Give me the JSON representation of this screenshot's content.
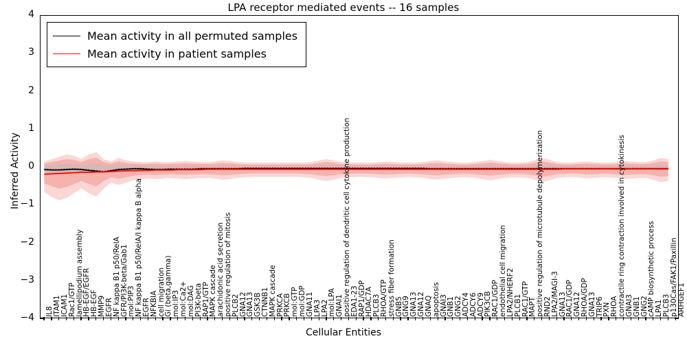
{
  "chart_data": {
    "type": "line",
    "title": "LPA receptor mediated events -- 16 samples",
    "xlabel": "Cellular Entities",
    "ylabel": "Inferred Activity",
    "ylim": [
      -4,
      4
    ],
    "yticks": [
      "4",
      "3",
      "2",
      "1",
      "0",
      "-1",
      "-2",
      "-3",
      "-4"
    ],
    "grid": false,
    "legend_position": "upper left",
    "legend": [
      {
        "label": "Mean activity in all permuted samples",
        "color": "#000000",
        "style": "solid"
      },
      {
        "label": "Mean activity in patient samples",
        "color": "#ff0000",
        "style": "solid"
      }
    ],
    "band_color": "#f4a6a0",
    "categories": [
      "IL8",
      "ITAM1",
      "ICAM1",
      "Rac1/GTP",
      "lamellipodium assembly",
      "HB-EGF/EGFR",
      "HB-EGF",
      "MMP9",
      "EGFR",
      "NF kappa B1 p50/RelA",
      "GFR/PI3K-beta/Gab1",
      "mol:PIP3",
      "NF kappa B1 p50/RelA/I kappa B alpha",
      "EGFR",
      "NFKBIA",
      "cell migration",
      "Gi (beta,gamma)",
      "mol:IP3",
      "mol:Ca2+",
      "mol:DAG",
      "PI3K-beta",
      "RAP1/GTP",
      "MAPK cascade",
      "arachidonic acid secretion",
      "positive regulation of mitosis",
      "PLCB2",
      "GNA12",
      "GNA13",
      "GSK3B",
      "CTNNB1",
      "MAPK cascade",
      "PRKCA",
      "PRKCB",
      "mol:GTP",
      "mol:GDP",
      "GNA11",
      "LPA3",
      "LPA2",
      "mol:LPA",
      "GNAI1",
      "positive regulation of dendritic cell cytokine production",
      "EDA1-23",
      "RAP1/GDP",
      "HDAC7A",
      "PLCB3",
      "RHOA/GTP",
      "stress fiber formation",
      "GNB5",
      "GNG9",
      "GNA13",
      "GNA12",
      "GNAQ",
      "apoptosis",
      "GNAI3",
      "GNB1",
      "GNG2",
      "ADCY4",
      "ADCY6",
      "ADCY9",
      "PIK3CB",
      "RAC1/GDP",
      "endothelial cell migration",
      "LPA2/NHERF2",
      "PLCB1",
      "RAC1/GTP",
      "MAPT",
      "positive regulation of microtubule depolymerization",
      "RND2",
      "LPA2/MAGI-3",
      "GNA13",
      "RAC1/GDP",
      "GNA12",
      "RHOA/GDP",
      "GNA13",
      "TRIP6",
      "PXN",
      "RHOA",
      "contractile ring contraction involved in cytokinesis",
      "GNAI3",
      "GNB1",
      "GNG2",
      "cAMP biosynthetic process",
      "LPA1",
      "PLCB3",
      "p130Cas/FAK1/Paxillin",
      "ARHGEF1"
    ],
    "series": [
      {
        "name": "Mean activity in all permuted samples",
        "color": "#000000",
        "style": "dotted-with-solid"
      },
      {
        "name": "Mean activity in patient samples",
        "color": "#ff0000",
        "style": "solid"
      }
    ],
    "tall_labels": [
      {
        "text": "lamellipodium assembly",
        "x_index": 4
      },
      {
        "text": "NF kappa B1 p50/RelA/I kappa B alpha",
        "x_index": 12
      },
      {
        "text": "positive regulation of dendritic cell cytokine production",
        "x_index": 40
      },
      {
        "text": "positive regulation of microtubule depolymerization",
        "x_index": 65
      },
      {
        "text": "contractile ring contraction involved in cytokinesis",
        "x_index": 76
      }
    ],
    "black_mean": [
      -0.06,
      -0.07,
      -0.07,
      -0.06,
      -0.05,
      -0.06,
      -0.08,
      -0.1,
      -0.12,
      -0.09,
      -0.06,
      -0.05,
      -0.04,
      -0.04,
      -0.05,
      -0.06,
      -0.06,
      -0.05,
      -0.05,
      -0.05,
      -0.05,
      -0.04,
      -0.04,
      -0.04,
      -0.04,
      -0.04,
      -0.04,
      -0.03,
      -0.03,
      -0.03,
      -0.03,
      -0.03,
      -0.03,
      -0.03,
      -0.03,
      -0.03,
      -0.03,
      -0.03,
      -0.03,
      -0.03,
      -0.03,
      -0.03,
      -0.03,
      -0.03,
      -0.03,
      -0.03,
      -0.03,
      -0.03,
      -0.03,
      -0.03,
      -0.03,
      -0.03,
      -0.04,
      -0.04,
      -0.04,
      -0.04,
      -0.04,
      -0.04,
      -0.04,
      -0.04,
      -0.04,
      -0.04,
      -0.04,
      -0.04,
      -0.04,
      -0.04,
      -0.04,
      -0.04,
      -0.04,
      -0.04,
      -0.04,
      -0.04,
      -0.04,
      -0.04,
      -0.04,
      -0.04,
      -0.04,
      -0.04,
      -0.04,
      -0.04,
      -0.04,
      -0.04,
      -0.04,
      -0.04,
      -0.04
    ],
    "red_mean": [
      -0.18,
      -0.17,
      -0.16,
      -0.15,
      -0.14,
      -0.13,
      -0.13,
      -0.12,
      -0.12,
      -0.11,
      -0.1,
      -0.09,
      -0.09,
      -0.08,
      -0.08,
      -0.07,
      -0.07,
      -0.07,
      -0.06,
      -0.06,
      -0.06,
      -0.06,
      -0.05,
      -0.05,
      -0.05,
      -0.05,
      -0.05,
      -0.05,
      -0.05,
      -0.05,
      -0.05,
      -0.05,
      -0.05,
      -0.05,
      -0.05,
      -0.05,
      -0.05,
      -0.05,
      -0.05,
      -0.05,
      -0.05,
      -0.05,
      -0.05,
      -0.05,
      -0.05,
      -0.05,
      -0.05,
      -0.05,
      -0.05,
      -0.05,
      -0.05,
      -0.05,
      -0.05,
      -0.05,
      -0.05,
      -0.05,
      -0.05,
      -0.05,
      -0.05,
      -0.05,
      -0.05,
      -0.05,
      -0.05,
      -0.05,
      -0.05,
      -0.05,
      -0.05,
      -0.05,
      -0.05,
      -0.05,
      -0.04,
      -0.04,
      -0.04,
      -0.04,
      -0.04,
      -0.04,
      -0.04,
      -0.04,
      -0.04,
      -0.04,
      -0.04,
      -0.04,
      -0.04,
      -0.04,
      -0.04
    ],
    "band_upper": [
      0.1,
      0.14,
      0.18,
      0.22,
      0.2,
      0.14,
      0.22,
      0.26,
      0.14,
      0.1,
      0.16,
      0.12,
      0.1,
      0.09,
      0.09,
      0.1,
      0.09,
      0.09,
      0.1,
      0.11,
      0.1,
      0.09,
      0.09,
      0.1,
      0.12,
      0.11,
      0.09,
      0.08,
      0.08,
      0.08,
      0.08,
      0.08,
      0.08,
      0.08,
      0.08,
      0.08,
      0.09,
      0.12,
      0.14,
      0.12,
      0.09,
      0.08,
      0.08,
      0.08,
      0.08,
      0.09,
      0.1,
      0.09,
      0.08,
      0.08,
      0.08,
      0.09,
      0.11,
      0.12,
      0.1,
      0.09,
      0.08,
      0.08,
      0.09,
      0.11,
      0.13,
      0.11,
      0.09,
      0.08,
      0.08,
      0.09,
      0.12,
      0.16,
      0.13,
      0.09,
      0.08,
      0.08,
      0.09,
      0.1,
      0.09,
      0.08,
      0.08,
      0.09,
      0.11,
      0.1,
      0.09,
      0.09,
      0.12,
      0.16,
      0.14
    ],
    "band_lower": [
      -0.42,
      -0.5,
      -0.56,
      -0.52,
      -0.44,
      -0.36,
      -0.44,
      -0.5,
      -0.36,
      -0.26,
      -0.3,
      -0.26,
      -0.22,
      -0.2,
      -0.19,
      -0.2,
      -0.19,
      -0.18,
      -0.19,
      -0.2,
      -0.19,
      -0.18,
      -0.18,
      -0.19,
      -0.21,
      -0.2,
      -0.18,
      -0.17,
      -0.16,
      -0.16,
      -0.16,
      -0.16,
      -0.16,
      -0.16,
      -0.16,
      -0.17,
      -0.18,
      -0.21,
      -0.23,
      -0.21,
      -0.18,
      -0.17,
      -0.16,
      -0.16,
      -0.17,
      -0.18,
      -0.19,
      -0.18,
      -0.17,
      -0.16,
      -0.17,
      -0.18,
      -0.2,
      -0.21,
      -0.19,
      -0.18,
      -0.17,
      -0.17,
      -0.18,
      -0.2,
      -0.22,
      -0.2,
      -0.18,
      -0.17,
      -0.17,
      -0.18,
      -0.21,
      -0.25,
      -0.22,
      -0.18,
      -0.17,
      -0.16,
      -0.17,
      -0.19,
      -0.18,
      -0.17,
      -0.17,
      -0.18,
      -0.2,
      -0.19,
      -0.18,
      -0.18,
      -0.21,
      -0.25,
      -0.23
    ]
  }
}
